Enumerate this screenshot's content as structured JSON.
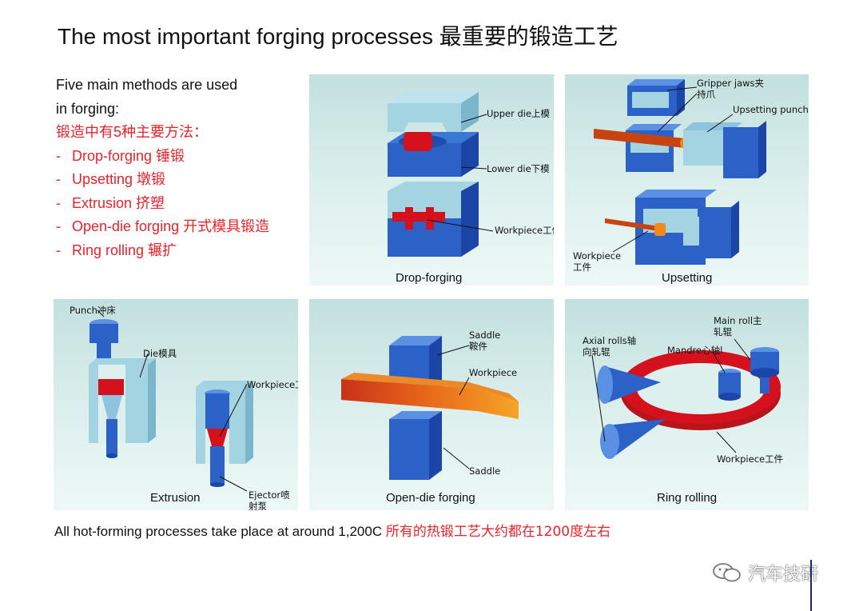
{
  "title": {
    "en": "The most important forging processes",
    "zh": "最重要的锻造工艺"
  },
  "intro": {
    "line1": "Five main methods are used",
    "line2": "in forging:",
    "zh": "锻造中有5种主要方法：",
    "bullets": [
      {
        "dash": "-",
        "text": "Drop-forging 锤锻"
      },
      {
        "dash": "-",
        "text": "Upsetting 墩锻"
      },
      {
        "dash": "-",
        "text": "Extrusion 挤塑"
      },
      {
        "dash": "-",
        "text": "Open-die forging 开式模具锻造"
      },
      {
        "dash": "-",
        "text": "Ring rolling 辗扩"
      }
    ]
  },
  "panels": {
    "drop": {
      "caption": "Drop-forging",
      "upper": "Upper die上模",
      "lower": "Lower die下模",
      "work": "Workpiece工件"
    },
    "upset": {
      "caption": "Upsetting",
      "gripper1": "Gripper jaws夹",
      "gripper2": "持爪",
      "punch": "Upsetting punch镦锻冲床",
      "work1": "Workpiece",
      "work2": "工件"
    },
    "extr": {
      "caption": "Extrusion",
      "punch": "Punch冲床",
      "die": "Die模具",
      "work": "Workpiece工件",
      "ejector1": "Ejector喷",
      "ejector2": "射泵"
    },
    "open": {
      "caption": "Open-die forging",
      "saddle_top1": "Saddle",
      "saddle_top2": "鞍件",
      "work": "Workpiece",
      "saddle_bottom": "Saddle"
    },
    "ring": {
      "caption": "Ring rolling",
      "main1": "Main roll主",
      "main2": "轧辊",
      "axial1": "Axial rolls轴",
      "axial2": "向轧辊",
      "mandrel": "Mandre心轴l",
      "work": "Workpiece工件"
    }
  },
  "footer": {
    "en": "All hot-forming processes take place at around 1,200C",
    "zh": "所有的热锻工艺大约都在1200度左右"
  },
  "watermark": {
    "text": "汽车技研",
    "icon": "wechat-icon"
  }
}
